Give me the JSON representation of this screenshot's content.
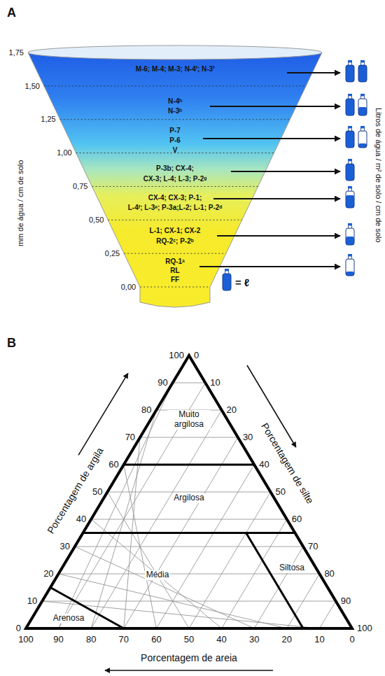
{
  "diagram": {
    "labels": [
      "A",
      "1,75",
      "1,50",
      "1,25",
      "1,00",
      "0,75",
      "0,50",
      "0,25",
      "0,00",
      "mm de água / cm de solo",
      "M-6; M-4; M-3; N-4ⁱ; N-3ⁱ",
      "N-4ʰ",
      "N-3ʰ",
      "P-7",
      "P-6",
      "V",
      "P-3b; CX-4;",
      "CX-3; L-4; L-3; P-2ᵍ",
      "CX-4; CX-3; P-1;",
      "L-4ᶠ; L-3ᵉ; P-3a;L-2; L-1; P-2ᵈ",
      "L-1; CX-1; CX-2",
      "RQ-2ᶜ; P-2ᵇ",
      "RQ-1ᵃ",
      "RL",
      "FF",
      "Litros de água / m² de solo / cm de solo",
      "B",
      "100",
      "90",
      "80",
      "70",
      "60",
      "50",
      "40",
      "30",
      "20",
      "10",
      "0",
      "0",
      "10",
      "20",
      "30",
      "40",
      "50",
      "60",
      "70",
      "80",
      "90",
      "100",
      "100",
      "90",
      "80",
      "70",
      "60",
      "50",
      "40",
      "30",
      "20",
      "10",
      "0",
      "Muito argilosa",
      "Argilosa",
      "Média",
      "Siltosa",
      "Arenosa",
      "Porcentagem de argila",
      "Porcentagem de silte",
      "Porcentagem de areia"
    ],
    "legend": [
      {
        "text": "= ℓ"
      }
    ]
  }
}
